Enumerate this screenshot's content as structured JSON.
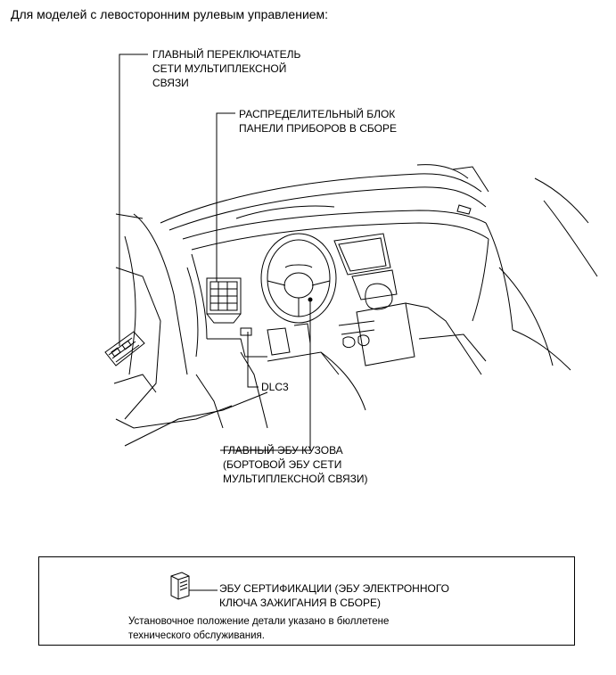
{
  "caption": "Для моделей с левосторонним рулевым управлением:",
  "labels": {
    "main_switch": [
      "ГЛАВНЫЙ ПЕРЕКЛЮЧАТЕЛЬ",
      "СЕТИ МУЛЬТИПЛЕКСНОЙ",
      "СВЯЗИ"
    ],
    "junction_block": [
      "РАСПРЕДЕЛИТЕЛЬНЫЙ БЛОК",
      "ПАНЕЛИ ПРИБОРОВ В СБОРЕ"
    ],
    "dlc3": "DLC3",
    "body_ecu": [
      "ГЛАВНЫЙ ЭБУ КУЗОВА",
      "(БОРТОВОЙ ЭБУ СЕТИ",
      "МУЛЬТИПЛЕКСНОЙ СВЯЗИ)"
    ]
  },
  "note": {
    "cert_ecu": [
      "ЭБУ СЕРТИФИКАЦИИ (ЭБУ ЭЛЕКТРОННОГО",
      "КЛЮЧА ЗАЖИГАНИЯ В СБОРЕ)"
    ],
    "text": [
      "Установочное положение детали указано в бюллетене",
      "технического обслуживания."
    ]
  }
}
